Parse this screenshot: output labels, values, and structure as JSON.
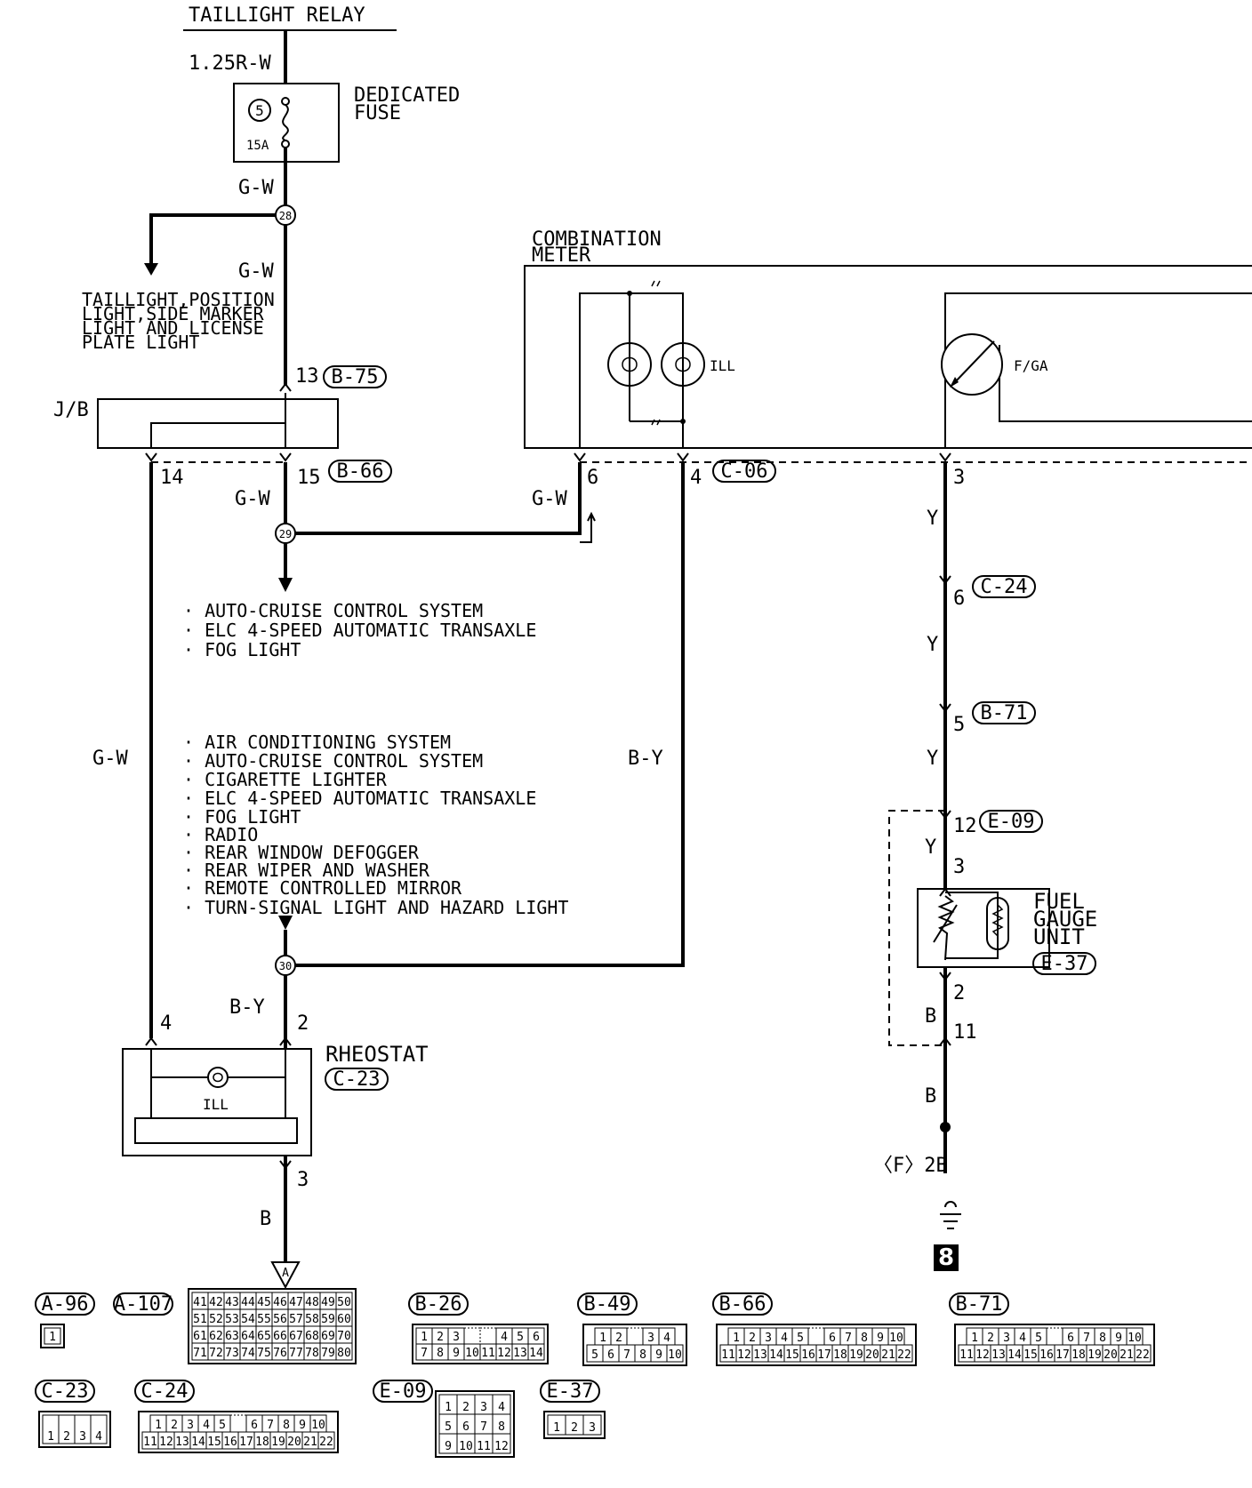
{
  "top": {
    "relay": "TAILLIGHT RELAY",
    "wire_top": "1.25R-W"
  },
  "fuse": {
    "label_1": "DEDICATED",
    "label_2": "FUSE",
    "number": "5",
    "rating": "15A"
  },
  "wires": {
    "gw_1": "G-W",
    "gw_2": "G-W",
    "gw_3": "G-W",
    "gw_4": "G-W",
    "gw_left": "G-W",
    "by_right": "B-Y",
    "by_bottom": "B-Y",
    "b_rheostat": "B",
    "y_1": "Y",
    "y_2": "Y",
    "y_3": "Y",
    "y_4": "Y",
    "b_fg_1": "B",
    "b_fg_2": "B"
  },
  "splices": {
    "s28": "28",
    "s29": "29",
    "s30": "30"
  },
  "taillight_note": [
    "TAILLIGHT,POSITION",
    "LIGHT,SIDE MARKER",
    "LIGHT AND LICENSE",
    "PLATE LIGHT"
  ],
  "jb": {
    "label": "J/B",
    "pin_13": "13",
    "conn_b75": "B-75",
    "pin_14": "14",
    "pin_15": "15",
    "conn_b66": "B-66"
  },
  "meter": {
    "label_1": "COMBINATION",
    "label_2": "METER",
    "ill": "ILL",
    "fga": "F/GA",
    "pin_6": "6",
    "pin_4": "4",
    "conn_c06": "C-06",
    "pin_3": "3"
  },
  "systems_a": [
    "· AUTO-CRUISE CONTROL SYSTEM",
    "· ELC 4-SPEED AUTOMATIC TRANSAXLE",
    "· FOG LIGHT"
  ],
  "systems_b": [
    "· AIR CONDITIONING SYSTEM",
    "· AUTO-CRUISE CONTROL SYSTEM",
    "· CIGARETTE LIGHTER",
    "· ELC 4-SPEED AUTOMATIC TRANSAXLE",
    "· FOG LIGHT",
    "· RADIO",
    "· REAR WINDOW DEFOGGER",
    "· REAR WIPER AND WASHER",
    "· REMOTE CONTROLLED MIRROR",
    "· TURN-SIGNAL LIGHT AND HAZARD LIGHT"
  ],
  "rheostat": {
    "label": "RHEOSTAT",
    "conn": "C-23",
    "ill": "ILL",
    "pin_4": "4",
    "pin_2": "2",
    "pin_3": "3",
    "ref_a": "A"
  },
  "fuel": {
    "pin_6": "6",
    "conn_c24": "C-24",
    "pin_5": "5",
    "conn_b71": "B-71",
    "pin_12": "12",
    "conn_e09": "E-09",
    "pin_3": "3",
    "label_1": "FUEL",
    "label_2": "GAUGE",
    "label_3": "UNIT",
    "conn_e37": "E-37",
    "pin_2": "2",
    "pin_11": "11",
    "ground_label": "〈F〉2B",
    "ground_no": "8"
  },
  "connectors": {
    "a96": {
      "name": "A-96",
      "rows": [
        [
          "1"
        ]
      ]
    },
    "a107": {
      "name": "A-107",
      "rows": [
        [
          "41",
          "42",
          "43",
          "44",
          "45",
          "46",
          "47",
          "48",
          "49",
          "50"
        ],
        [
          "51",
          "52",
          "53",
          "54",
          "55",
          "56",
          "57",
          "58",
          "59",
          "60"
        ],
        [
          "61",
          "62",
          "63",
          "64",
          "65",
          "66",
          "67",
          "68",
          "69",
          "70"
        ],
        [
          "71",
          "72",
          "73",
          "74",
          "75",
          "76",
          "77",
          "78",
          "79",
          "80"
        ]
      ]
    },
    "b26": {
      "name": "B-26",
      "rows": [
        [
          "1",
          "2",
          "3",
          "",
          "",
          "4",
          "5",
          "6"
        ],
        [
          "7",
          "8",
          "9",
          "10",
          "11",
          "12",
          "13",
          "14"
        ]
      ]
    },
    "b49": {
      "name": "B-49",
      "rows": [
        [
          "1",
          "2",
          "",
          "3",
          "4"
        ],
        [
          "5",
          "6",
          "7",
          "8",
          "9",
          "10"
        ]
      ]
    },
    "b66": {
      "name": "B-66",
      "rows": [
        [
          "1",
          "2",
          "3",
          "4",
          "5",
          "",
          "6",
          "7",
          "8",
          "9",
          "10"
        ],
        [
          "11",
          "12",
          "13",
          "14",
          "15",
          "16",
          "17",
          "18",
          "19",
          "20",
          "21",
          "22"
        ]
      ]
    },
    "b71": {
      "name": "B-71",
      "rows": [
        [
          "1",
          "2",
          "3",
          "4",
          "5",
          "",
          "6",
          "7",
          "8",
          "9",
          "10"
        ],
        [
          "11",
          "12",
          "13",
          "14",
          "15",
          "16",
          "17",
          "18",
          "19",
          "20",
          "21",
          "22"
        ]
      ]
    },
    "c23": {
      "name": "C-23",
      "rows": [
        [
          "1",
          "2",
          "3",
          "4"
        ]
      ]
    },
    "c24": {
      "name": "C-24",
      "rows": [
        [
          "1",
          "2",
          "3",
          "4",
          "5",
          "",
          "6",
          "7",
          "8",
          "9",
          "10"
        ],
        [
          "11",
          "12",
          "13",
          "14",
          "15",
          "16",
          "17",
          "18",
          "19",
          "20",
          "21",
          "22"
        ]
      ]
    },
    "e09": {
      "name": "E-09",
      "rows": [
        [
          "1",
          "2",
          "3",
          "4"
        ],
        [
          "5",
          "6",
          "7",
          "8"
        ],
        [
          "9",
          "10",
          "11",
          "12"
        ]
      ]
    },
    "e37": {
      "name": "E-37",
      "rows": [
        [
          "1",
          "2",
          "3"
        ]
      ]
    }
  }
}
